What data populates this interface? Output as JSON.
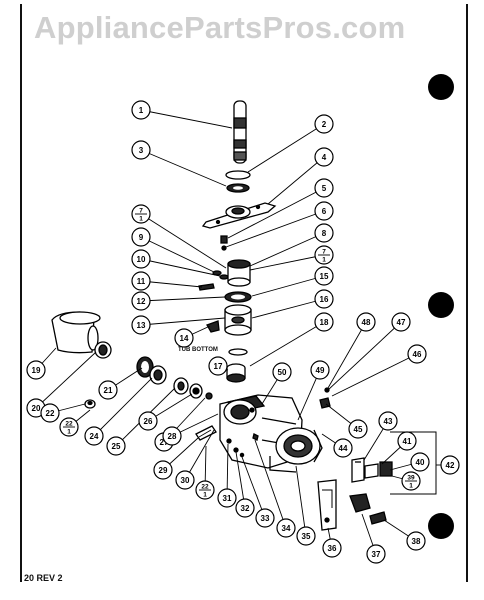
{
  "watermark": "AppliancePartsPros.com",
  "tub_bottom_label": "TUB BOTTOM",
  "footer_text": "20 REV 2",
  "callouts": [
    "1",
    "2",
    "3",
    "4",
    "5",
    "6",
    "7",
    "8",
    "9",
    "10",
    "11",
    "12",
    "13",
    "14",
    "15",
    "16",
    "17",
    "18",
    "19",
    "20",
    "21",
    "22",
    "23",
    "24",
    "25",
    "26",
    "27",
    "28",
    "29",
    "30",
    "31",
    "32",
    "33",
    "34",
    "35",
    "36",
    "37",
    "38",
    "39",
    "40",
    "41",
    "42",
    "43",
    "44",
    "45",
    "46",
    "47",
    "48",
    "49",
    "50"
  ],
  "fraction_callouts": [
    {
      "num": "7",
      "den": "1"
    },
    {
      "num": "7",
      "den": "1"
    },
    {
      "num": "22",
      "den": "1"
    },
    {
      "num": "22",
      "den": "1"
    },
    {
      "num": "39",
      "den": "1"
    }
  ]
}
